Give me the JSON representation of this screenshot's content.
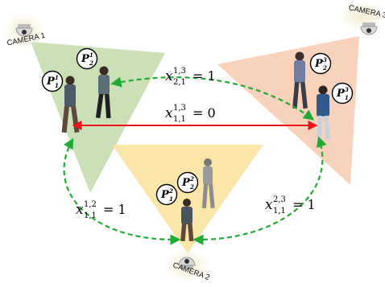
{
  "colors": {
    "camera1_fov": "#c7ddb0",
    "camera2_fov": "#fbe3a0",
    "camera3_fov": "#f7cdb3",
    "match_positive": "#22aa33",
    "match_negative": "#e8141c",
    "camera_glow": "#efe9c8",
    "camera_body": "#d9d9d9"
  },
  "cameras": [
    {
      "id": "camera-1",
      "label": "CAMERA 1",
      "icon": "security-camera-icon"
    },
    {
      "id": "camera-2",
      "label": "CAMERA 2",
      "icon": "security-camera-icon"
    },
    {
      "id": "camera-3",
      "label": "CAMERA 3",
      "icon": "security-camera-icon"
    }
  ],
  "person_badges": [
    {
      "id": "p-1-1",
      "symbol": "P",
      "superscript": "1",
      "subscript": "1"
    },
    {
      "id": "p-1-2",
      "symbol": "P",
      "superscript": "1",
      "subscript": "2"
    },
    {
      "id": "p-2-1",
      "symbol": "P",
      "superscript": "2",
      "subscript": "1"
    },
    {
      "id": "p-2-2",
      "symbol": "P",
      "superscript": "2",
      "subscript": "2"
    },
    {
      "id": "p-3-1",
      "symbol": "P",
      "superscript": "3",
      "subscript": "1"
    },
    {
      "id": "p-3-2",
      "symbol": "P",
      "superscript": "3",
      "subscript": "2"
    }
  ],
  "associations": [
    {
      "id": "x-21-13",
      "var": "x",
      "superscript": "1,3",
      "subscript": "2,1",
      "value": "= 1",
      "style": "dashed-green"
    },
    {
      "id": "x-11-13",
      "var": "x",
      "superscript": "1,3",
      "subscript": "1,1",
      "value": "= 0",
      "style": "solid-red"
    },
    {
      "id": "x-11-12",
      "var": "x",
      "superscript": "1,2",
      "subscript": "1,1",
      "value": "= 1",
      "style": "dashed-green"
    },
    {
      "id": "x-11-23",
      "var": "x",
      "superscript": "2,3",
      "subscript": "1,1",
      "value": "= 1",
      "style": "dashed-green"
    }
  ]
}
